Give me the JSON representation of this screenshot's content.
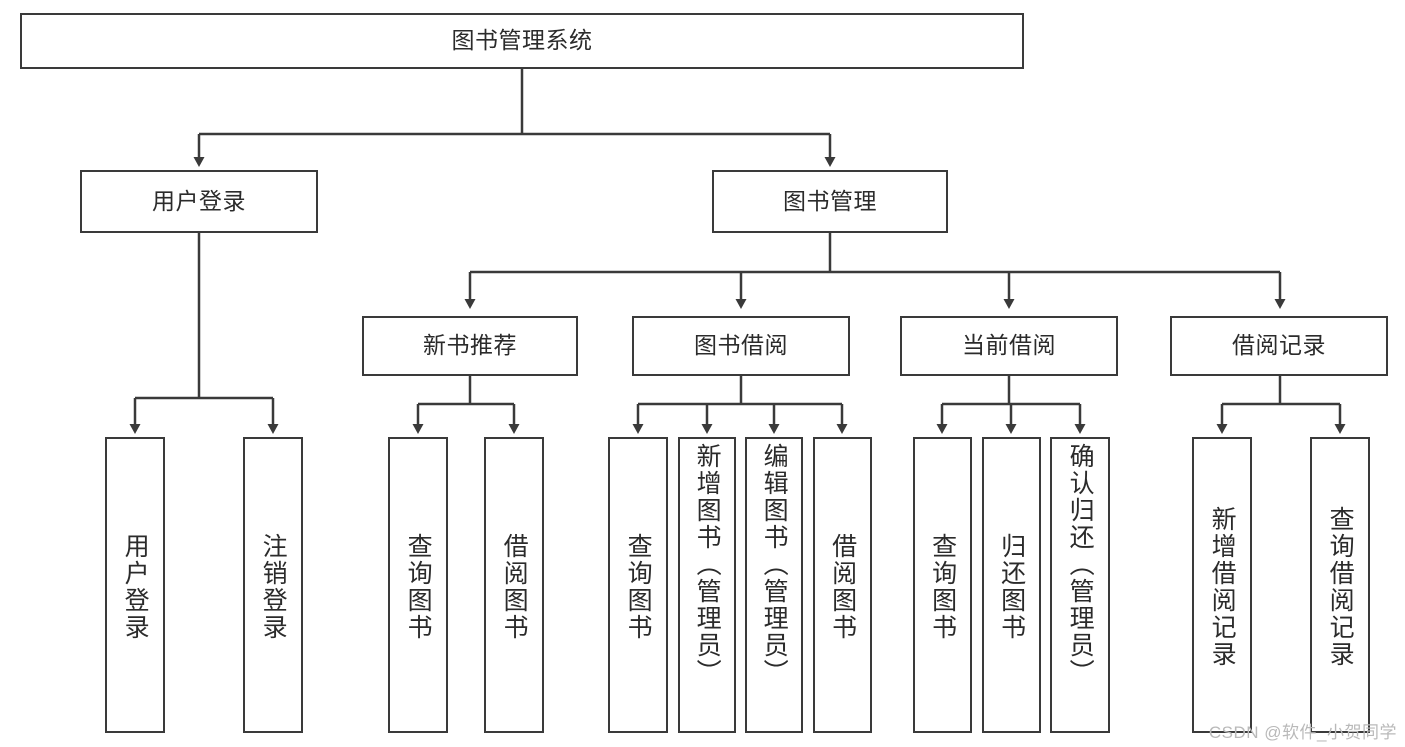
{
  "diagram": {
    "type": "tree",
    "title": "图书管理系统",
    "watermark": "CSDN @软件_小贺同学",
    "colors": {
      "stroke": "#3a3a3a",
      "fill": "#ffffff",
      "text": "#2b2b2b",
      "watermark": "#b9b9b9"
    },
    "nodes": {
      "root": "图书管理系统",
      "l2": {
        "user_login": "用户登录",
        "book_manage": "图书管理"
      },
      "l3": {
        "new_book_rec": "新书推荐",
        "book_borrow": "图书借阅",
        "current_borrow": "当前借阅",
        "borrow_record": "借阅记录"
      },
      "leaves": {
        "user_login_1": "用户登录",
        "user_login_2": "注销登录",
        "new_book_rec_1": "查询图书",
        "new_book_rec_2": "借阅图书",
        "book_borrow_1": "查询图书",
        "book_borrow_2": "新增图书（管理员）",
        "book_borrow_3": "编辑图书（管理员）",
        "book_borrow_4": "借阅图书",
        "current_borrow_1": "查询图书",
        "current_borrow_2": "归还图书",
        "current_borrow_3": "确认归还（管理员）",
        "borrow_record_1": "新增借阅记录",
        "borrow_record_2": "查询借阅记录"
      }
    }
  }
}
